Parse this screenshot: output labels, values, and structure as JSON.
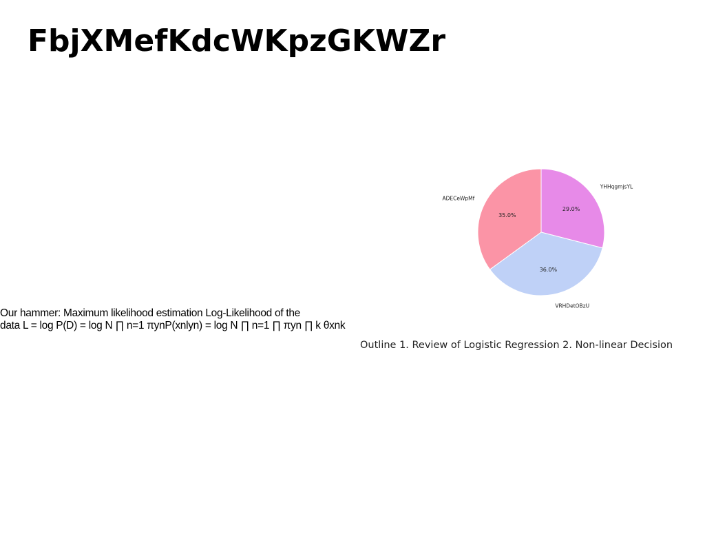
{
  "slide": {
    "title": "FbjXMefKdcWKpzGKWZr",
    "body_line1": "Our hammer: Maximum likelihood estimation Log-Likelihood of the",
    "body_line2": "data L = log P(D) = log N ∏ n=1 πynP(xnlyn) = log N ∏ n=1 ∏ πyn ∏ k θxnk",
    "outline": "Outline 1. Review of Logistic Regression 2. Non-linear Decision"
  },
  "chart_data": {
    "type": "pie",
    "start_angle_deg": 90,
    "direction": "clockwise",
    "slices": [
      {
        "label": "YHHqgmjsYL",
        "value": 29.0,
        "pct_label": "29.0%",
        "color": "#e78ae8"
      },
      {
        "label": "VRHDetOBzU",
        "value": 36.0,
        "pct_label": "36.0%",
        "color": "#bfd1f7"
      },
      {
        "label": "ADECeWpMf",
        "value": 35.0,
        "pct_label": "35.0%",
        "color": "#fb94a6"
      }
    ]
  }
}
